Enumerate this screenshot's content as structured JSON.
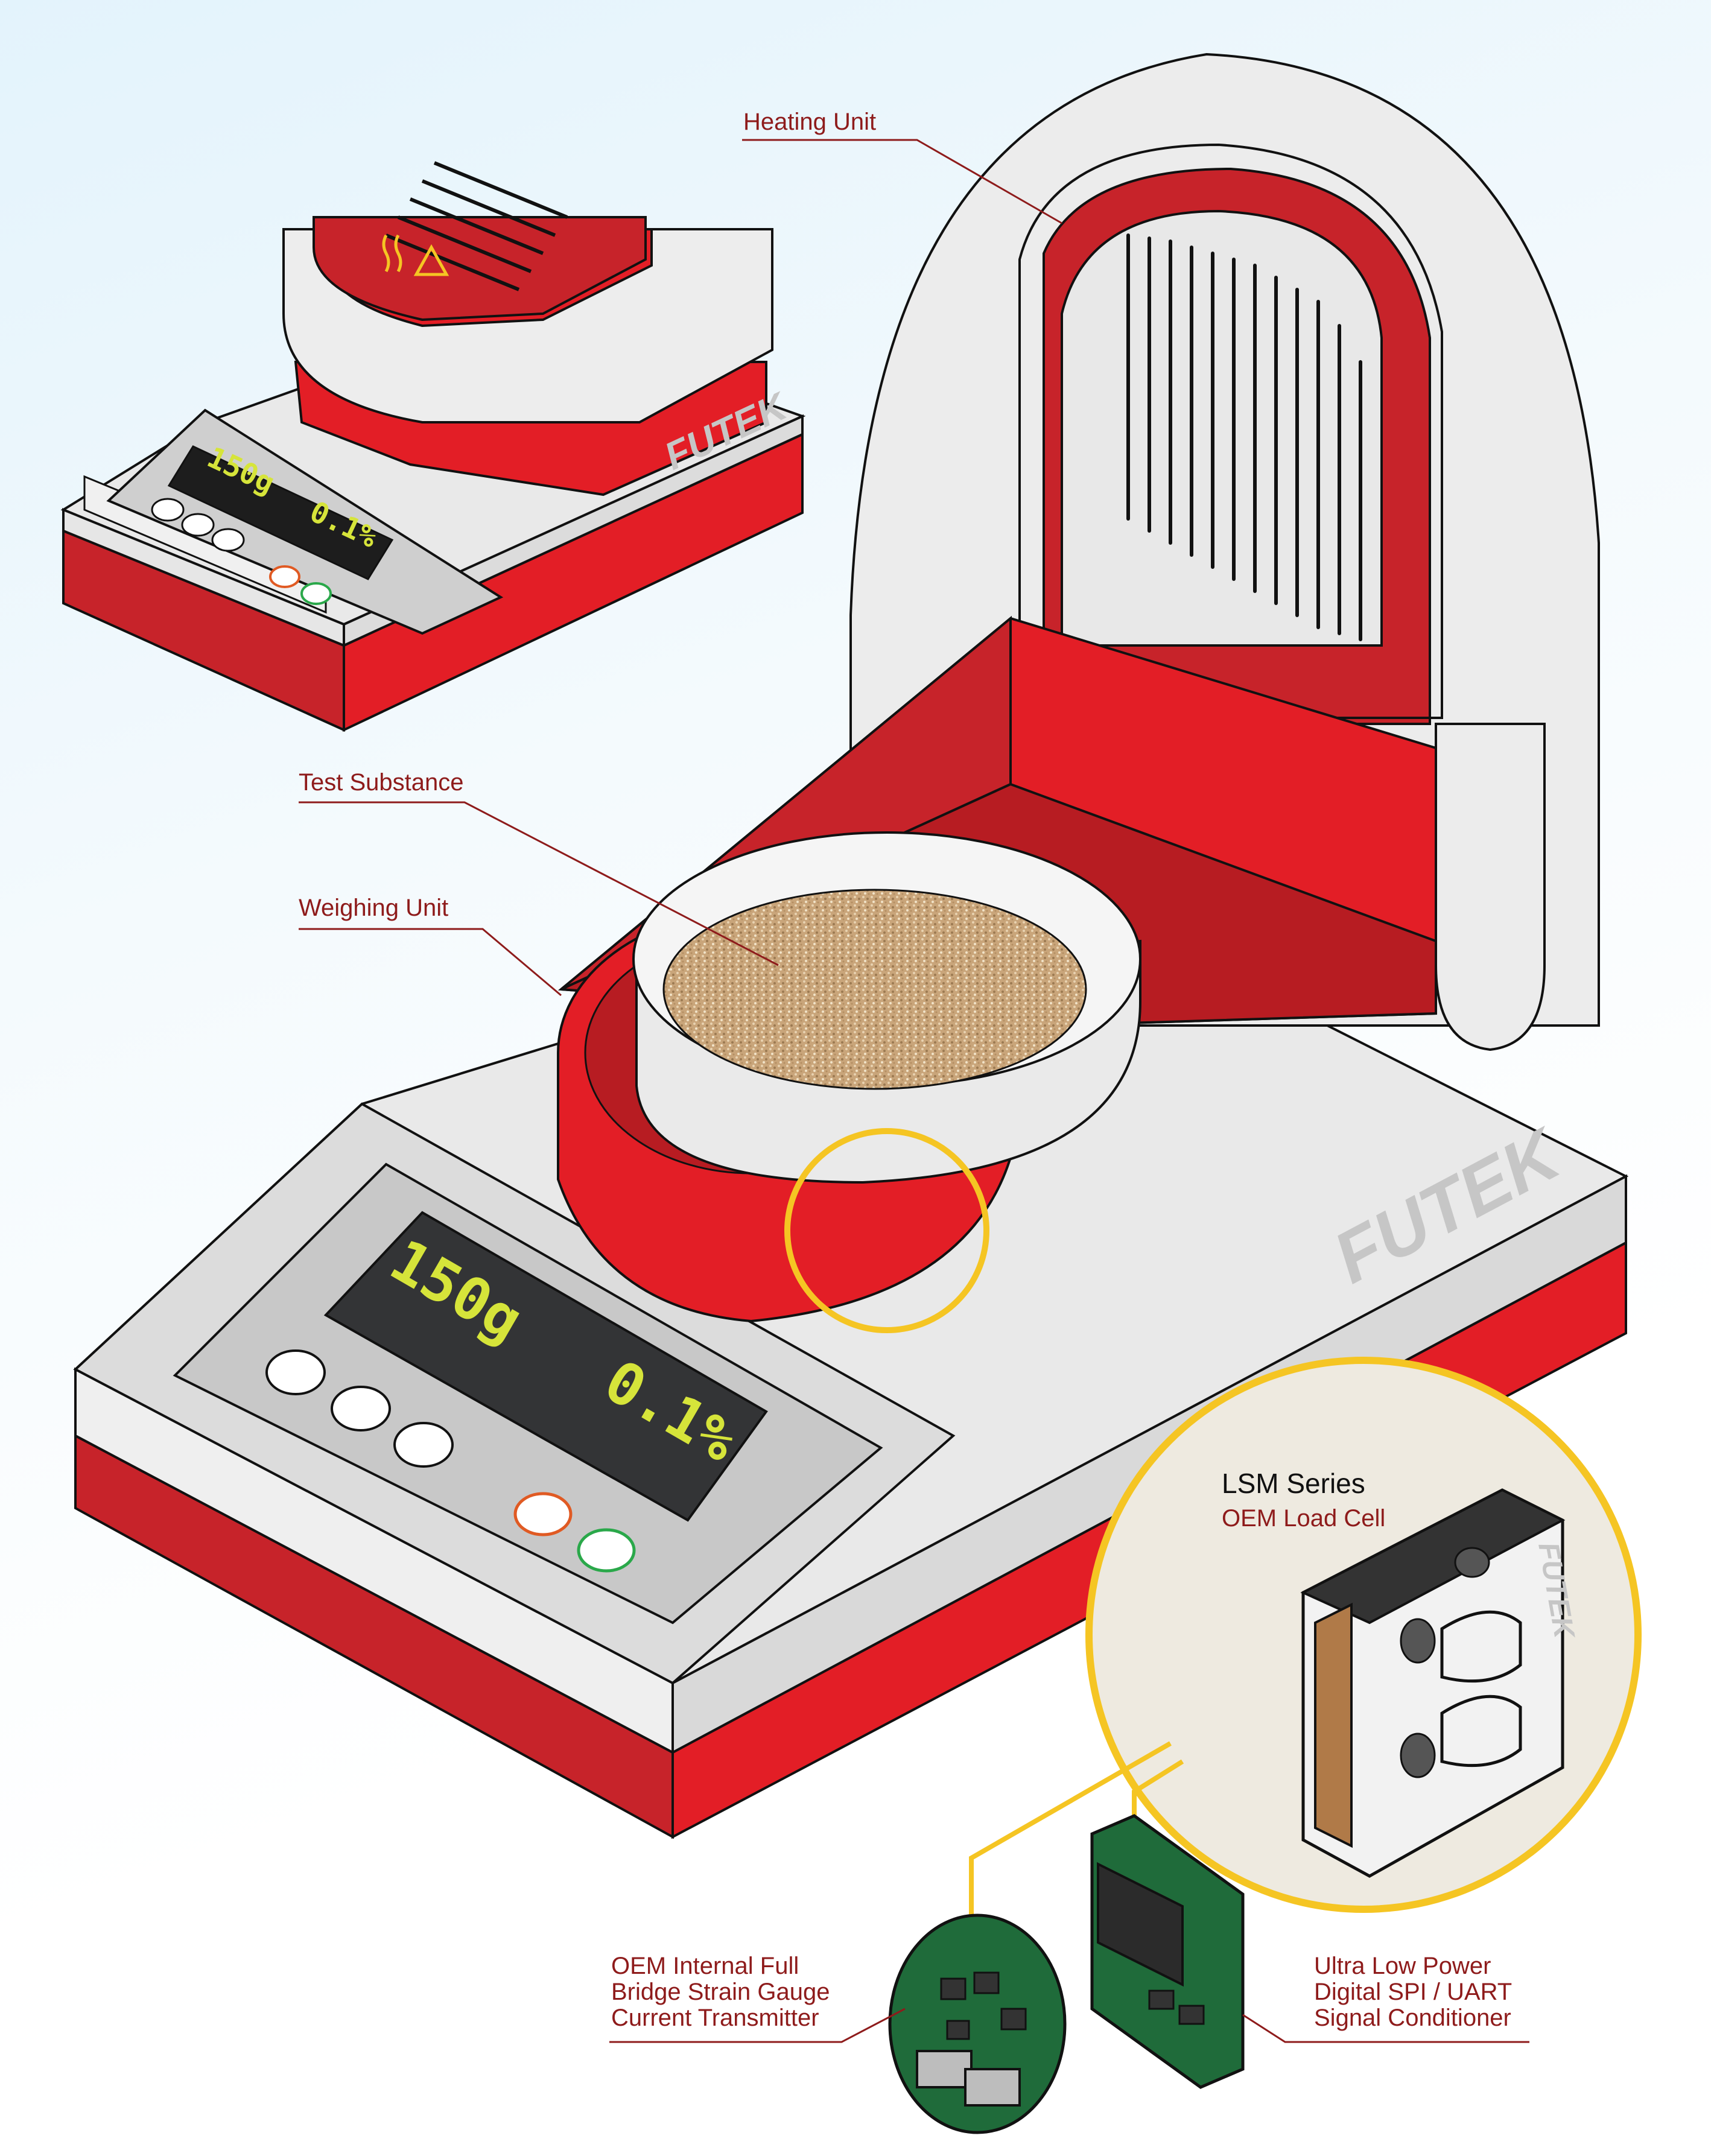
{
  "callouts": {
    "heating_unit": "Heating Unit",
    "test_substance": "Test Substance",
    "weighing_unit": "Weighing Unit",
    "lsm_series": "LSM Series",
    "oem_load_cell": "OEM Load Cell",
    "transmitter_line1": "OEM Internal Full",
    "transmitter_line2": "Bridge Strain Gauge",
    "transmitter_line3": "Current Transmitter",
    "conditioner_line1": "Ultra Low Power",
    "conditioner_line2": "Digital SPI / UART",
    "conditioner_line3": "Signal Conditioner"
  },
  "brand": "FUTEK",
  "display": {
    "weight": "150g",
    "moisture": "0.1%"
  },
  "colors": {
    "brand_red": "#e31e26",
    "dark_red": "#b71c22",
    "callout_text": "#8e1b1b",
    "highlight_yellow": "#f5c523",
    "lcd_green": "#d6e43a",
    "pcb_green": "#1f6b3a"
  }
}
